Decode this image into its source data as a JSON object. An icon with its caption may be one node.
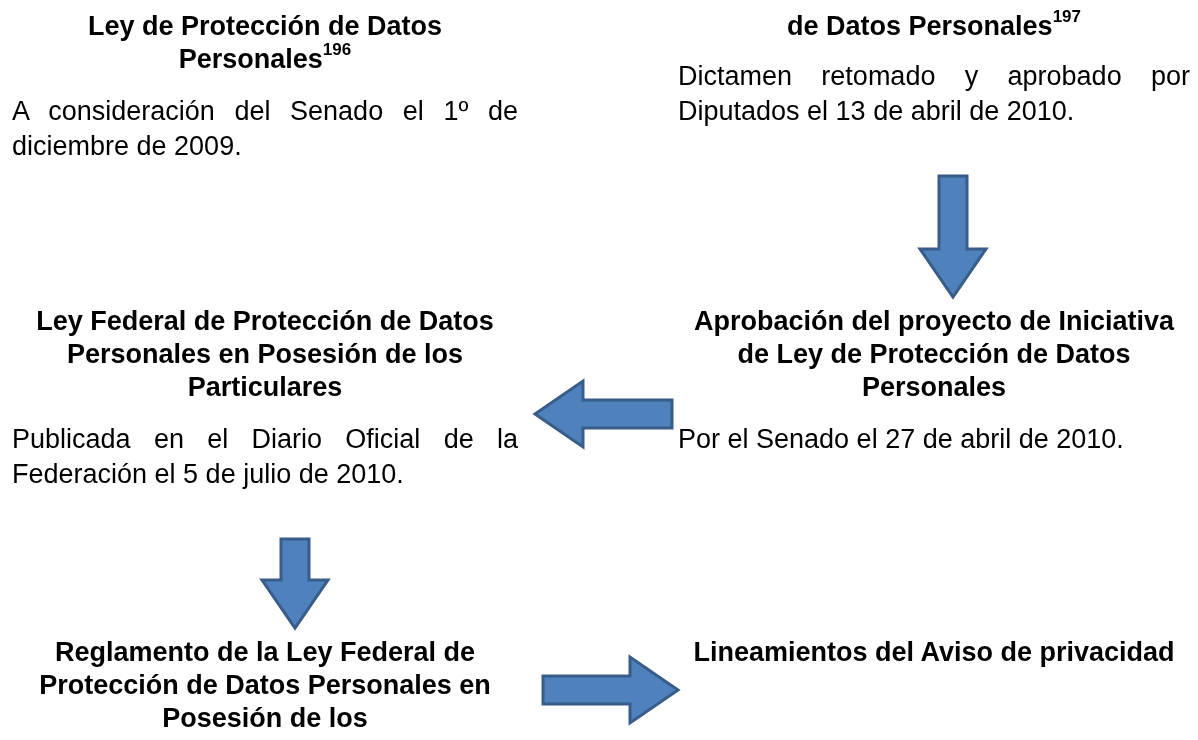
{
  "diagram": {
    "nodes": [
      {
        "text": [
          "Ley de Protección de Datos Personales$^{196}$",
          "A consideración del Senado el 1º de diciembre de 2009."
        ]
      },
      {
        "text": [
          "de Datos Personales$^{197}$",
          "Dictamen retomado y aprobado por Diputados el 13 de abril de 2010."
        ]
      },
      {
        "text": [
          "Ley Federal de Protección de Datos Personales en Posesión de los Particulares",
          "Publicada en el Diario Oficial de la Federación el 5 de julio de 2010."
        ]
      },
      {
        "text": [
          "Aprobación del proyecto de Iniciativa de Ley de Protección de Datos Personales",
          "Por el Senado el 27 de abril de 2010."
        ]
      },
      {
        "text": [
          "Reglamento de la Ley Federal de Protección de Datos Personales en Posesión de los"
        ]
      },
      {
        "text": [
          "Lineamientos del Aviso de privacidad"
        ]
      }
    ],
    "edges": [
      {
        "from": 1,
        "to": 3,
        "arrow": "to"
      },
      {
        "from": 3,
        "to": 2,
        "arrow": "to"
      },
      {
        "from": 2,
        "to": 4,
        "arrow": "to"
      },
      {
        "from": 4,
        "to": 5,
        "arrow": "to"
      }
    ]
  }
}
